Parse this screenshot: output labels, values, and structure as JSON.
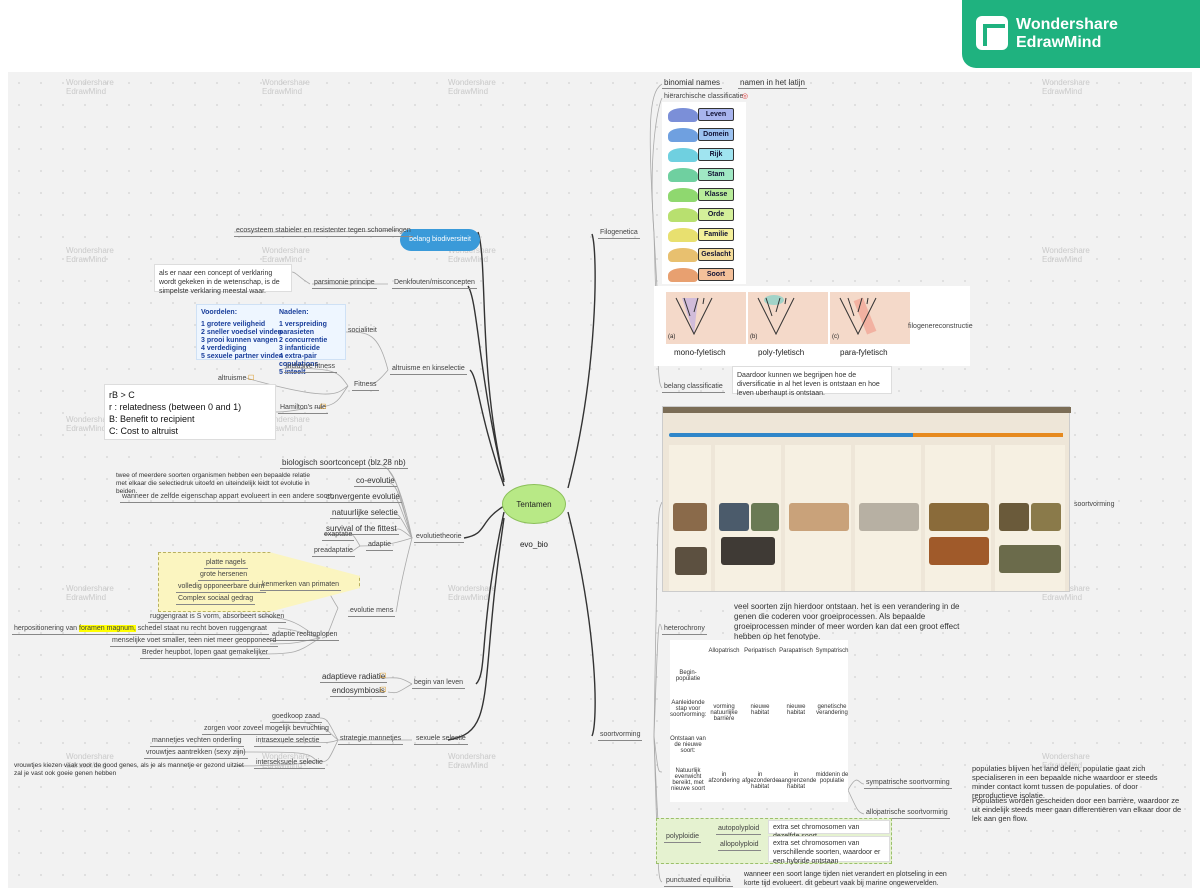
{
  "brand": {
    "line1": "Wondershare",
    "line2": "EdrawMind"
  },
  "watermark": "Wondershare EdrawMind",
  "root": {
    "label": "Tentamen evo_bio"
  },
  "left": {
    "biodiversity": {
      "label": "belang biodiversiteit",
      "child": "ecosysteem stabieler en resistenter tegen schomelingen"
    },
    "misconceptions": {
      "label": "Denkfouten/misconcepten",
      "child": "parsimonie principe",
      "note": "als er naar een concept of verklaring wordt gekeken in de wetenschap, is de simpelste verklaring meestal waar."
    },
    "altruism": {
      "label": "altruisme en kinselectie",
      "social": "socialiteit",
      "pros_title": "Voordelen:",
      "pros": [
        "1 grotere veiligheid",
        "2 sneller voedsel vinden",
        "3 prooi kunnen vangen",
        "4 verdediging",
        "5 sexuele partner vinden"
      ],
      "cons_title": "Nadelen:",
      "cons": [
        "1 verspreiding parasieten",
        "2 concurrentie",
        "3 infanticide",
        "4 extra-pair copulations",
        "5 inteelt"
      ],
      "fitness": "Fitness",
      "inclusive": "inclusive fitness",
      "altruisme": "altruisme",
      "hamilton": "Hamilton's rule",
      "rule": [
        "rB > C",
        "r : relatedness (between 0 and 1)",
        "B: Benefit to recipient",
        "C: Cost to altruist"
      ]
    },
    "evolution": {
      "label": "evolutietheorie",
      "items": [
        "biologisch soortconcept (blz 28 nb)",
        "co-evolutie",
        "convergente evolutie",
        "natuurlijke selectie",
        "survival of the fittest",
        "adaptie"
      ],
      "coevo_note": "twee of meerdere soorten organismen hebben een bepaalde relatie met elkaar die selectiedruk uitoefd en uiteindelijk leidt tot evolutie in beiden.",
      "conv_note": "wanneer de zelfde eigenschap appart evolueert in een andere soort.",
      "exaptatie": "exaptatie",
      "preadaptatie": "preadaptatie",
      "human": "evolutie mens",
      "primates": "kenmerken van primaten",
      "primate_list": [
        "platte nagels",
        "grote hersenen",
        "volledig opponeerbare duim",
        "Complex sociaal gedrag"
      ],
      "bipedal": "adaptie rechtoplopen",
      "bipedal_list": [
        "ruggengraat is S vorm, absorbeert schoken",
        "herpositionering van",
        "foramen magnum,",
        "schedel staat nu recht boven ruggengraat",
        "menselijke voet smaller, teen niet meer geopponeerd",
        "Breder heupbot, lopen gaat gemakelijker"
      ]
    },
    "origin": {
      "label": "begin van leven",
      "items": [
        "adaptieve radiatie",
        "endosymbiosis"
      ]
    },
    "sexsel": {
      "label": "sexuele selectie",
      "strategy": "strategie mannetjes",
      "items": [
        "goedkoop zaad",
        "zorgen voor zoveel mogelijk bevruchting",
        "mannetjes vechten onderling",
        "vrouwtjes aantrekken (sexy zijn)"
      ],
      "intra": "intrasexuele selectie",
      "inter": "interseksuele selectie",
      "inter_note": "vrouwtjes kiezen vaak voor de good genes, als je als mannetje er gezond uitziet zal je vast ook goeie genen hebben"
    }
  },
  "right": {
    "phylo": {
      "label": "Filogenetica",
      "binomial": "binomial names",
      "binomial_note": "namen in het latijn",
      "hier": "hiërarchische classificatie",
      "ranks": [
        "Leven",
        "Domein",
        "Rijk",
        "Stam",
        "Klasse",
        "Orde",
        "Familie",
        "Geslacht",
        "Soort"
      ],
      "clad_types": [
        "mono-fyletisch",
        "poly-fyletisch",
        "para-fyletisch"
      ],
      "clad_tags": [
        "(a)",
        "(b)",
        "(c)"
      ],
      "recon": "filogenereconstructie",
      "importance": "belang classificatie",
      "importance_note": "Daardoor kunnen we begrijpen hoe de diversificatie in al het leven is ontstaan en hoe leven uberhaupt is ontstaan."
    },
    "speciation": {
      "label": "soortvorming",
      "img_label": "soortvorming",
      "hetero": "heterochrony",
      "hetero_note": "veel soorten zijn hierdoor ontstaan. het is een verandering in de genen die coderen voor groeiprocessen. Als bepaalde groeiprocessen minder of meer worden kan dat een groot effect hebben op het fenotype.",
      "table_cols": [
        "Allopatrisch",
        "Peripatrisch",
        "Parapatrisch",
        "Sympatrisch"
      ],
      "table_rows": [
        "Begin-populatie",
        "Aanleidende stap voor soortvorming:",
        "Ontstaan van de nieuwe soort:",
        "Natuurlijk evenwicht bereikt, met nieuwe soort"
      ],
      "row2": [
        "vorming natuurlijke barrière",
        "nieuwe habitat",
        "nieuwe habitat",
        "genetische verandering"
      ],
      "row4": [
        "in afzondering",
        "in afgezonderde habitat",
        "in aangrenzende habitat",
        "middenin de populatie"
      ],
      "sym": "sympatrische soortvorming",
      "sym_note": "populaties blijven het land delen, populatie gaat zich specialiseren in een bepaalde niche waardoor er steeds minder contact komt tussen de populaties. of door reproductieve isolatie.",
      "allo": "allopatrische soortvorming",
      "allo_note": "Populaties worden gescheiden door een barrière, waardoor ze uit eindelijk steeds meer gaan differentiëren van elkaar door de lek aan gen flow.",
      "poly": "polyploidie",
      "auto": "autopolyploid",
      "auto_note": "extra set chromosomen van dezelfde soort",
      "allop": "allopolyploid",
      "allop_note": "extra set chromosomen van verschillende soorten, waardoor er een hybride ontstaan",
      "punct": "punctuated equilibria",
      "punct_note": "wanneer een soort lange tijden niet verandert en plotseling in een korte tijd evolueert. dit gebeurt vaak bij marine ongewervelden."
    }
  },
  "colors": {
    "root": "#b8e986",
    "biod": "#3a9ad9",
    "highlight": "#ffff00",
    "brand": "#1fb27f"
  }
}
